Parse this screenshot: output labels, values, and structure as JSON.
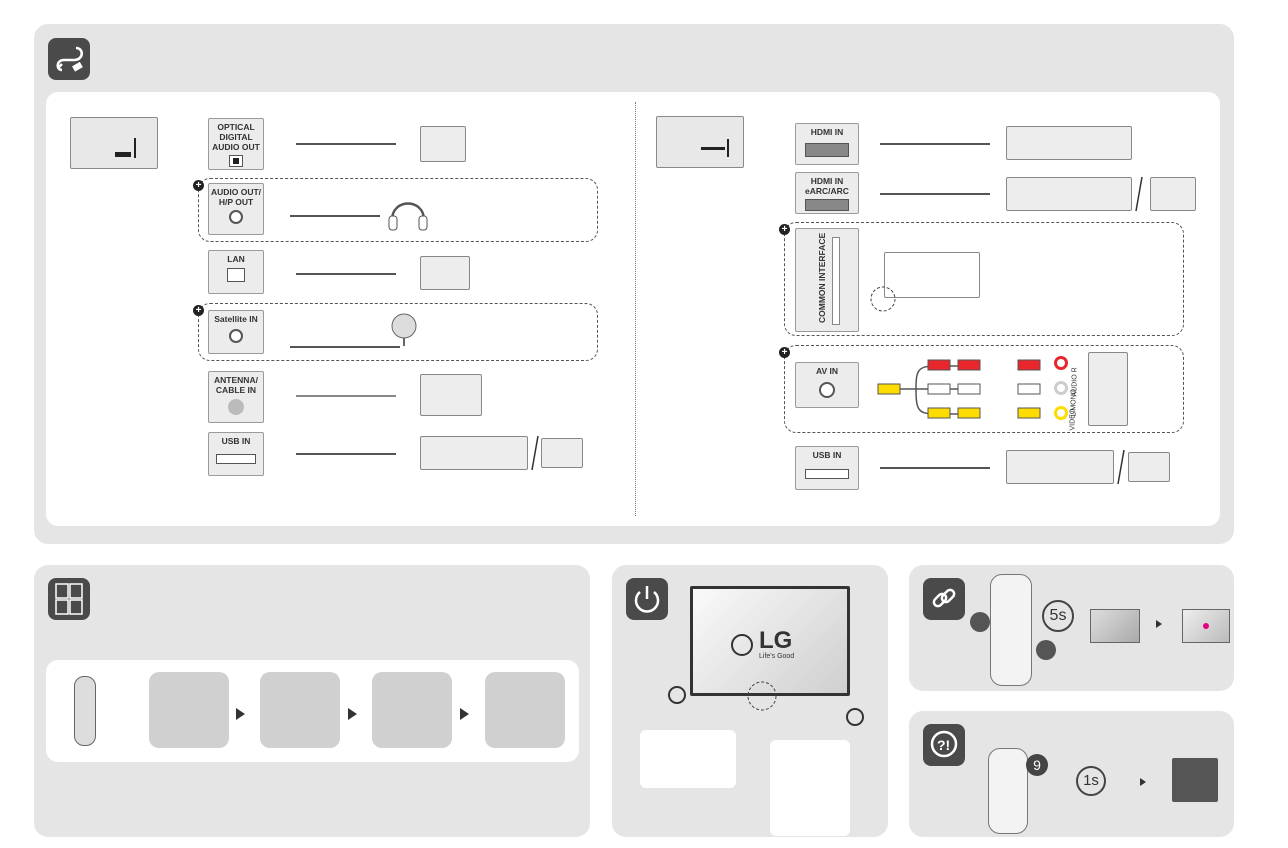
{
  "ports_left": [
    "OPTICAL DIGITAL AUDIO OUT",
    "AUDIO OUT/ H/P OUT",
    "LAN",
    "Satellite IN",
    "ANTENNA/ CABLE IN",
    "USB IN"
  ],
  "ports_right": [
    "HDMI IN",
    "HDMI IN eARC/ARC",
    "COMMON INTERFACE",
    "AV IN",
    "USB IN"
  ],
  "av_labels": {
    "audio_r": "AUDIO R",
    "l_mono": "L/MONO",
    "video": "VIDEO"
  },
  "lg_logo": "LG",
  "lg_tagline": "Life's Good",
  "timer_5s": "5s",
  "timer_1s": "1s",
  "button_9": "9",
  "colors": {
    "panel": "#e5e5e5",
    "icon_bg": "#4a4a4a",
    "red": "#e8262c",
    "yellow": "#ffdc00",
    "green": "#3dbb4a"
  }
}
